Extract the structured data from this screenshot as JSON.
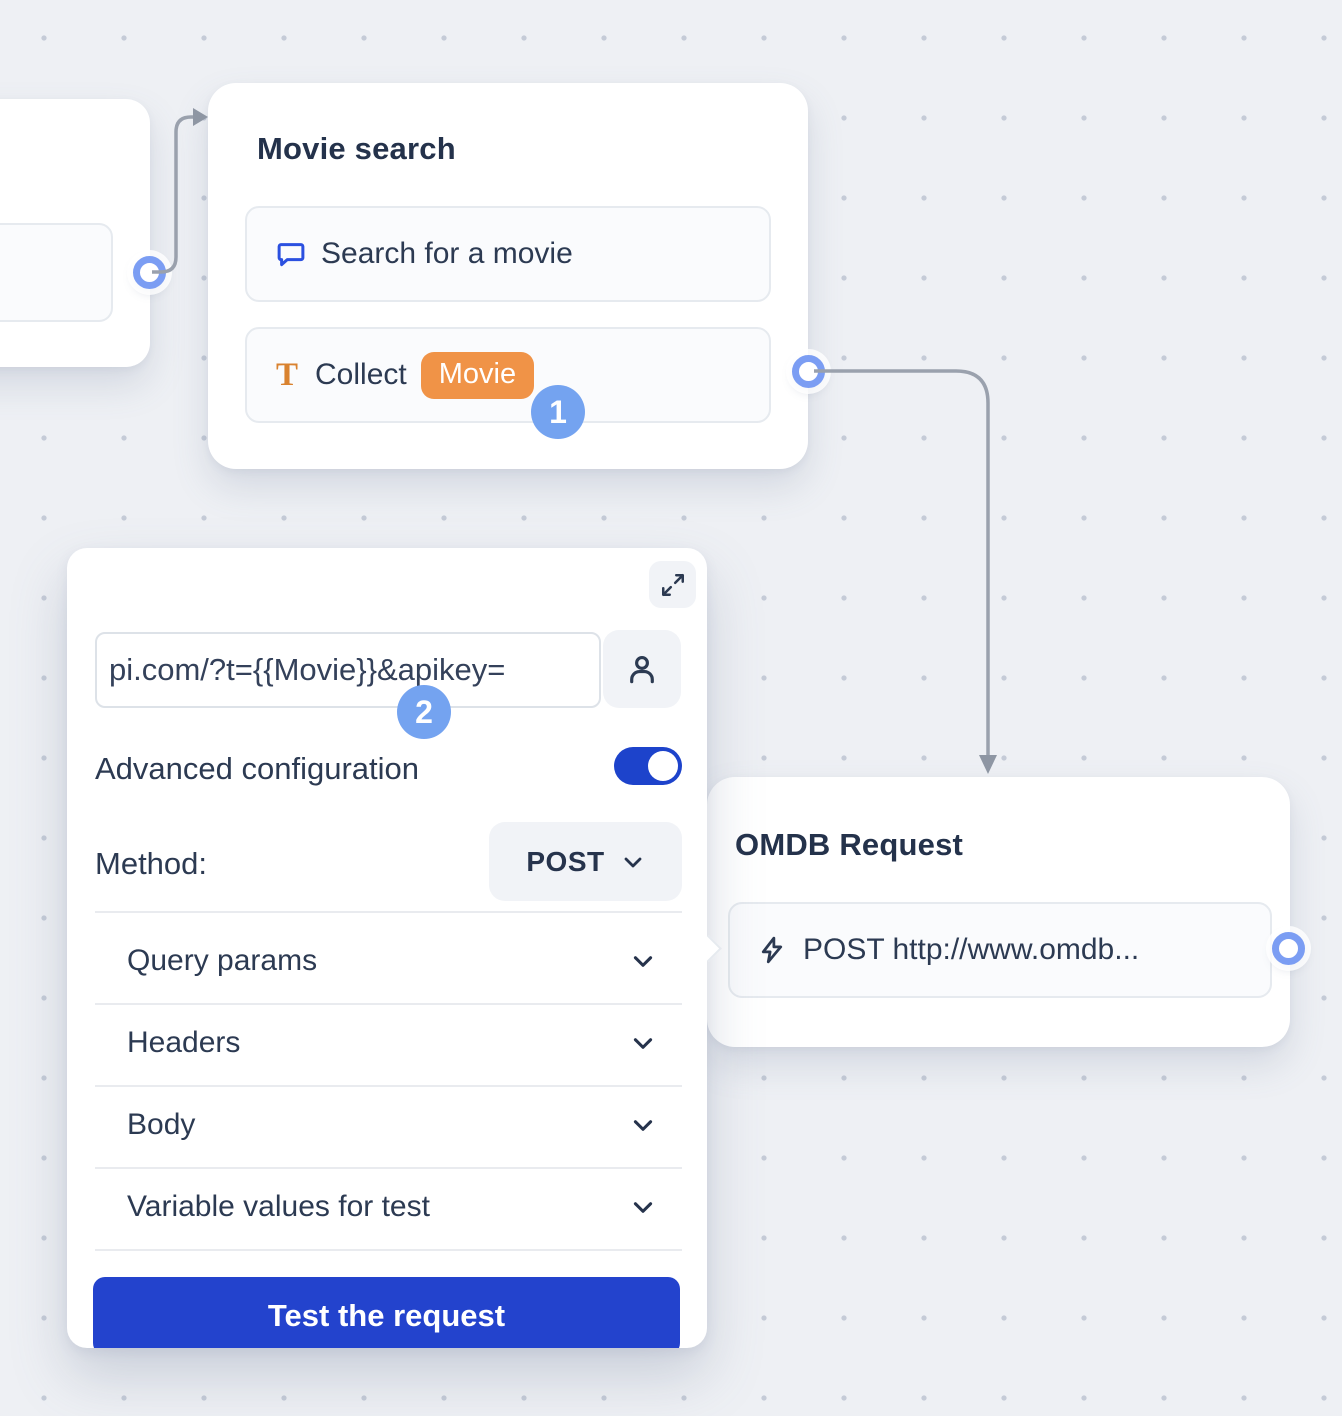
{
  "canvas": {
    "kind": "flow-builder-canvas"
  },
  "nodes": {
    "left_partial": {
      "note": "node card clipped at left edge"
    },
    "movie_search": {
      "title": "Movie search",
      "rows": [
        {
          "icon": "chat-bubble-icon",
          "label": "Search for a movie"
        },
        {
          "icon": "text-input-icon",
          "label": "Collect",
          "badge": "Movie"
        }
      ]
    },
    "omdb": {
      "title": "OMDB Request",
      "row": {
        "icon": "lightning-bolt-icon",
        "label": "POST http://www.omdb..."
      }
    }
  },
  "panel": {
    "expand_icon": "expand-diagonal-icon",
    "url": {
      "value": "pi.com/?t={{Movie}}&apikey="
    },
    "user_icon": "person-icon",
    "advanced": {
      "label": "Advanced configuration",
      "state": "on"
    },
    "method": {
      "label": "Method:",
      "value": "POST"
    },
    "sections": [
      {
        "label": "Query params"
      },
      {
        "label": "Headers"
      },
      {
        "label": "Body"
      },
      {
        "label": "Variable values for test"
      }
    ],
    "test_button": {
      "label": "Test the request"
    }
  },
  "annotations": {
    "step1": "1",
    "step2": "2"
  },
  "colors": {
    "background": "#eef0f4",
    "dot_grid": "#c5cbd7",
    "card": "#ffffff",
    "title_text": "#24324b",
    "row_text": "#2c3a52",
    "accent_blue": "#2343cd",
    "toggle_blue": "#1d43cb",
    "port_blue": "#7b9df3",
    "badge_blue": "#74a3f0",
    "variable_orange": "#f09347",
    "icon_orange": "#d9822f",
    "chat_icon_blue": "#2b50e0",
    "wire_gray": "#9aa1ad"
  }
}
